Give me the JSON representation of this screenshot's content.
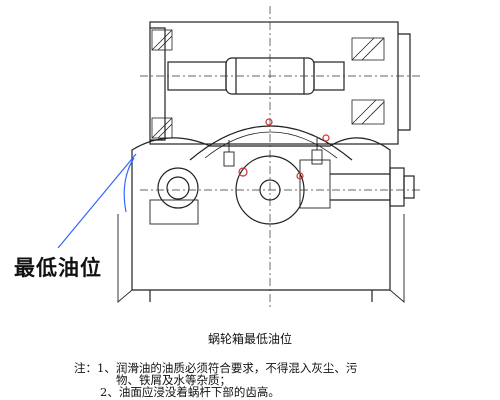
{
  "diagram": {
    "callout_label": "最低油位",
    "caption": "蜗轮箱最低油位",
    "notes": {
      "prefix": "注：",
      "line1": "1、润滑油的油质必须符合要求，不得混入灰尘、污",
      "line2": "物、铁屑及水等杂质；",
      "line3": "2、油面应浸没着蜗杆下部的齿高。"
    },
    "colors": {
      "line": "#222222",
      "highlight": "#cc3333",
      "guide": "#3366ff"
    }
  }
}
